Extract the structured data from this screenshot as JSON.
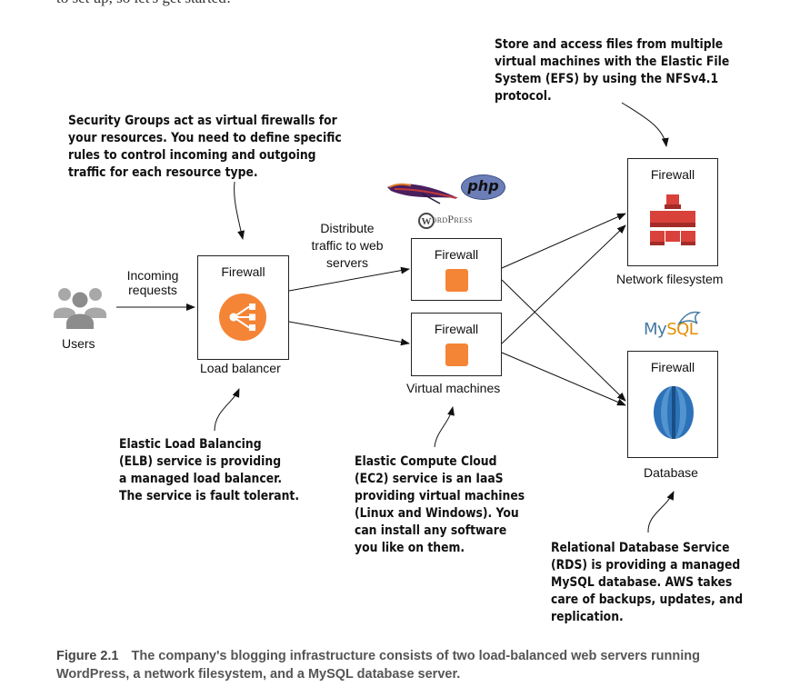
{
  "intro_text": "to set up, so let's get started!",
  "annotations": {
    "security_groups": [
      "Security Groups act as virtual firewalls for",
      "your resources. You need to define specific",
      "rules to control incoming and outgoing",
      "traffic for each resource type."
    ],
    "efs": [
      "Store and access files from multiple",
      "virtual machines with the Elastic File",
      "System (EFS) by using the NFSv4.1",
      "protocol."
    ],
    "elb": [
      "Elastic Load Balancing",
      "(ELB) service is providing",
      "a managed load balancer.",
      "The service is fault tolerant."
    ],
    "ec2": [
      "Elastic Compute Cloud",
      "(EC2) service is an IaaS",
      "providing virtual machines",
      "(Linux and Windows). You",
      "can install any software",
      "you like on them."
    ],
    "rds": [
      "Relational Database Service",
      "(RDS) is providing a managed",
      "MySQL database. AWS takes",
      "care of backups, updates, and",
      "replication."
    ]
  },
  "labels": {
    "users": "Users",
    "incoming_requests": [
      "Incoming",
      "requests"
    ],
    "distribute_traffic": [
      "Distribute",
      "traffic to web",
      "servers"
    ],
    "firewall": "Firewall",
    "load_balancer": "Load balancer",
    "virtual_machines": "Virtual machines",
    "network_filesystem": "Network filesystem",
    "database": "Database"
  },
  "logos": {
    "php": "php",
    "wordpress": "WordPress",
    "mysql_my": "My",
    "mysql_sql": "SQL"
  },
  "caption": {
    "number": "Figure 2.1",
    "text": "The company's blogging infrastructure consists of two load-balanced web servers running WordPress, a network filesystem, and a MySQL database server."
  },
  "colors": {
    "aws_orange": "#f58536",
    "vm_orange": "#f58536",
    "efs_red": "#d9413b",
    "rds_blue": "#2d72b8",
    "mysql_blue": "#4479a1",
    "mysql_orange": "#e48e00",
    "php_purple": "#6c7eb7",
    "users_gray": "#9a9a9a"
  }
}
